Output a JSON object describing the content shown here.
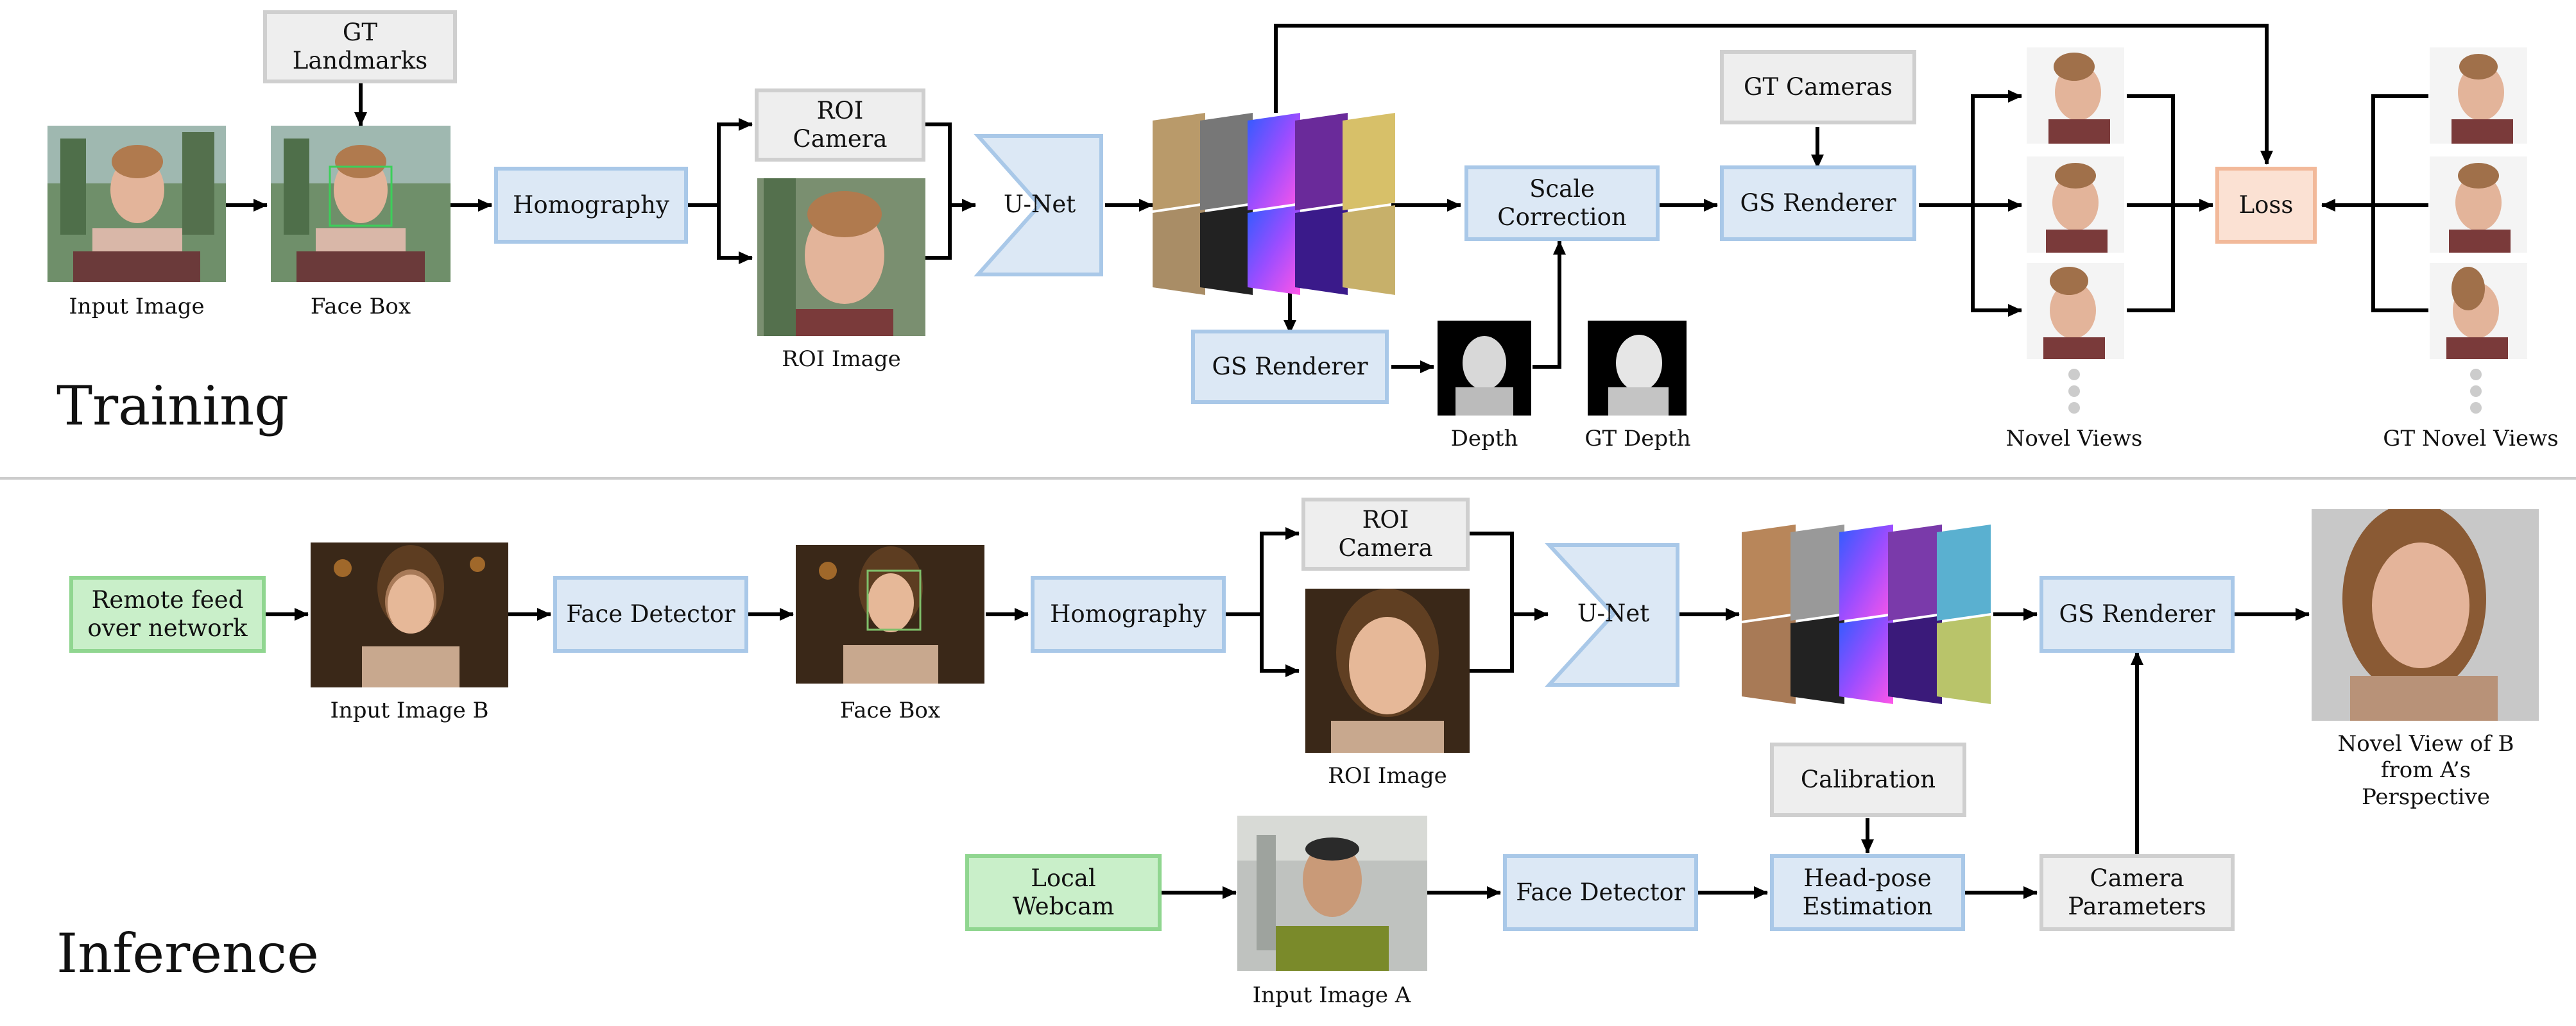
{
  "training": {
    "title": "Training",
    "gt_landmarks": "GT\nLandmarks",
    "input_image": "Input Image",
    "face_box": "Face Box",
    "homography": "Homography",
    "roi_camera": "ROI\nCamera",
    "roi_image": "ROI Image",
    "unet": "U-Net",
    "gs_renderer_depth": "GS Renderer",
    "depth": "Depth",
    "gt_depth": "GT Depth",
    "scale_correction": "Scale\nCorrection",
    "gt_cameras": "GT Cameras",
    "gs_renderer": "GS Renderer",
    "novel_views": "Novel Views",
    "loss": "Loss",
    "gt_novel_views": "GT Novel Views"
  },
  "inference": {
    "title": "Inference",
    "remote_feed": "Remote feed\nover network",
    "input_image_b": "Input Image B",
    "face_detector_b": "Face Detector",
    "face_box": "Face Box",
    "homography": "Homography",
    "roi_camera": "ROI\nCamera",
    "roi_image": "ROI Image",
    "unet": "U-Net",
    "gs_renderer": "GS Renderer",
    "novel_view_caption": "Novel View of B\nfrom A’s\nPerspective",
    "local_webcam": "Local\nWebcam",
    "input_image_a": "Input Image A",
    "face_detector_a": "Face Detector",
    "calibration": "Calibration",
    "head_pose": "Head-pose\nEstimation",
    "camera_parameters": "Camera\nParameters"
  },
  "colors": {
    "blue_fill": "#dce8f5",
    "blue_border": "#a9c8e8",
    "gray_fill": "#eeeeee",
    "gray_border": "#cfcfcf",
    "green_fill": "#c9efc9",
    "green_border": "#90d690",
    "orange_fill": "#fbe1d3",
    "orange_border": "#f2b99a",
    "arrow": "#000000"
  }
}
